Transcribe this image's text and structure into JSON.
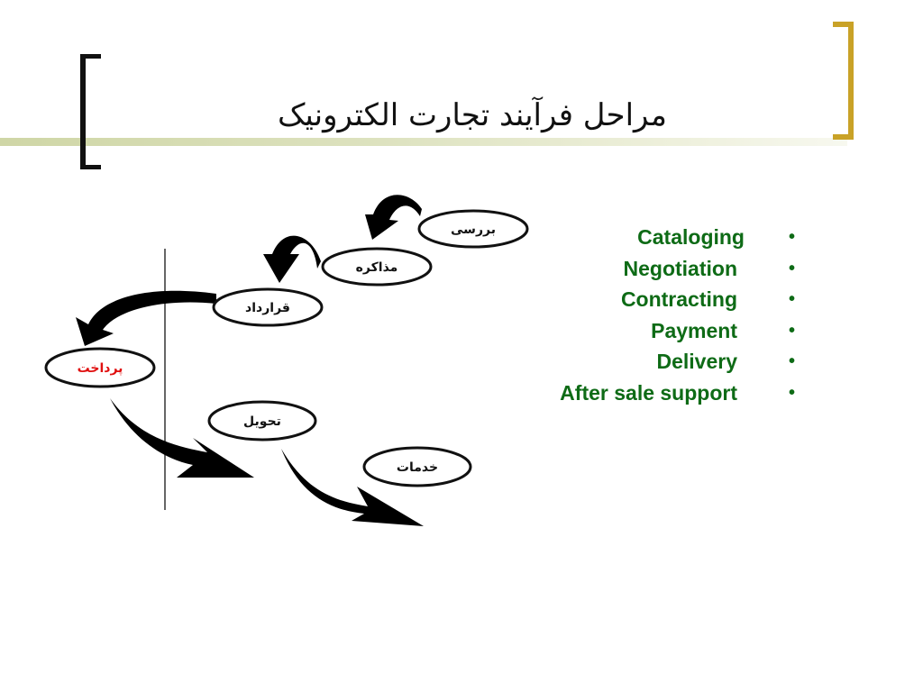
{
  "slide": {
    "title": "مراحل فرآیند تجارت الکترونیک",
    "accent_color": "#c9a227",
    "bullet_color": "#0e6b16"
  },
  "bullets": [
    {
      "label": "Cataloging"
    },
    {
      "label": "Negotiation"
    },
    {
      "label": "Contracting"
    },
    {
      "label": "Payment"
    },
    {
      "label": "Delivery"
    },
    {
      "label": "After sale support"
    }
  ],
  "diagram": {
    "nodes": [
      {
        "label": "بررسی"
      },
      {
        "label": "مذاکره"
      },
      {
        "label": "قرارداد"
      },
      {
        "label": "پرداخت"
      },
      {
        "label": "تحویل"
      },
      {
        "label": "خدمات"
      }
    ]
  }
}
